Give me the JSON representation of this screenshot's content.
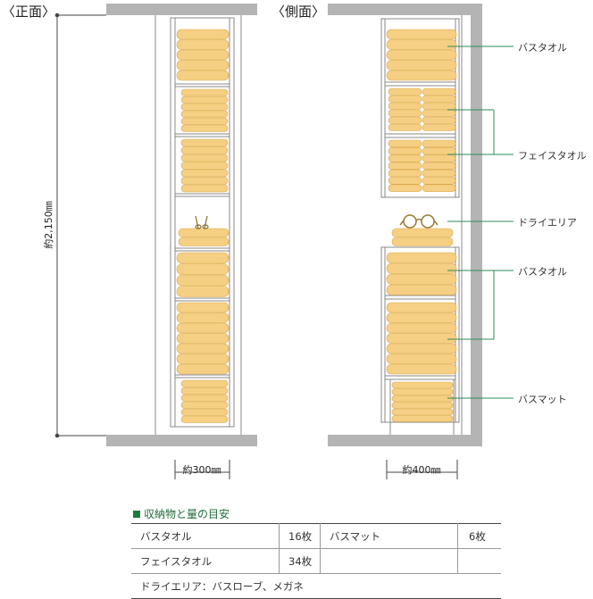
{
  "front": {
    "title": "〈正面〉",
    "height_label": "約2,150㎜",
    "width_label": "約300㎜"
  },
  "side": {
    "title": "〈側面〉",
    "width_label": "約400㎜",
    "callouts": [
      "バスタオル",
      "フェイスタオル",
      "ドライエリア",
      "バスタオル",
      "バスマット"
    ]
  },
  "legend": {
    "title": "収納物と量の目安",
    "rows": [
      {
        "item1": "バスタオル",
        "qty1": "16枚",
        "item2": "バスマット",
        "qty2": "6枚"
      },
      {
        "item1": "フェイスタオル",
        "qty1": "34枚",
        "item2": "",
        "qty2": ""
      }
    ],
    "note": "ドライエリア：バスローブ、メガネ"
  },
  "colors": {
    "towel": "#f5cf83",
    "towel_line": "#d9a94f",
    "wall": "#b4b4b4",
    "leader": "#2e8b57"
  }
}
